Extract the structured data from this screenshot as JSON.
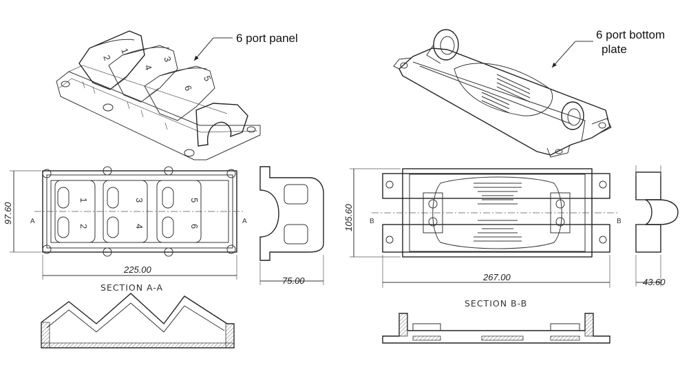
{
  "callouts": {
    "panel_label": "6 port panel",
    "bottom_label_line1": "6 port bottom",
    "bottom_label_line2": "plate"
  },
  "dimensions": {
    "panel_width": "225.00",
    "panel_height": "97.60",
    "panel_side_depth": "75.00",
    "plate_width": "267.00",
    "plate_height": "105.60",
    "plate_side_depth": "43.60"
  },
  "sections": {
    "panel_section_title": "SECTION A-A",
    "plate_section_title": "SECTION B-B",
    "panel_marker": "A",
    "plate_marker": "B"
  },
  "port_numbers": [
    "1",
    "2",
    "3",
    "4",
    "5",
    "6"
  ]
}
